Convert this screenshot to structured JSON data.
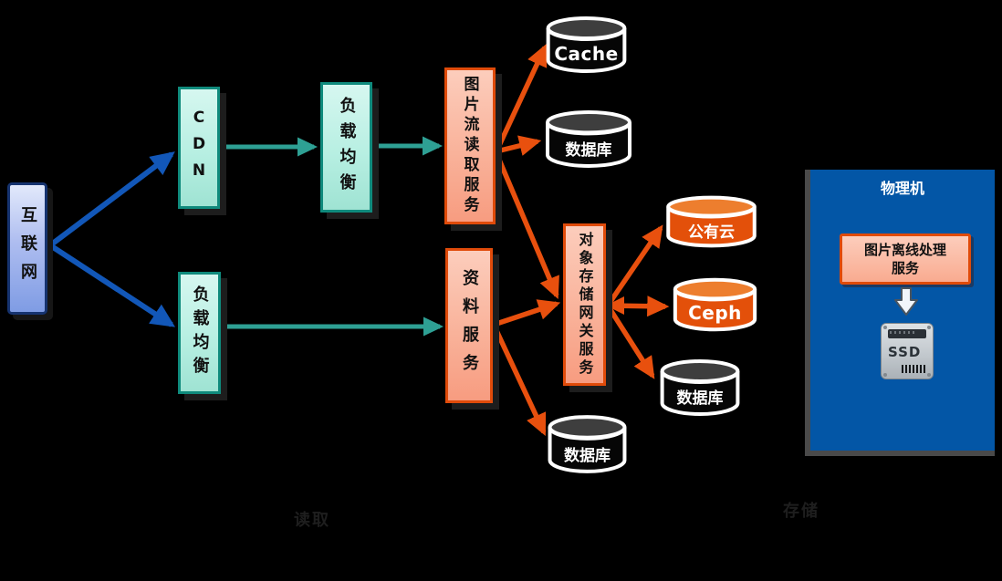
{
  "diagram": {
    "nodes": {
      "internet": {
        "label": "互联网",
        "type": "box"
      },
      "cdn": {
        "label": "CDN",
        "type": "box"
      },
      "lb_top": {
        "label": "负载均衡",
        "type": "box"
      },
      "lb_bottom": {
        "label": "负载均衡",
        "type": "box"
      },
      "img_stream_service": {
        "label": "图片流读取服务",
        "type": "box"
      },
      "data_service": {
        "label": "资料服务",
        "type": "box"
      },
      "object_gateway_service": {
        "label": "对象存储网关服务",
        "type": "box"
      },
      "cache_db": {
        "label": "Cache",
        "type": "cylinder",
        "color": "black"
      },
      "db_top": {
        "label": "数据库",
        "type": "cylinder",
        "color": "black"
      },
      "public_cloud": {
        "label": "公有云",
        "type": "cylinder",
        "color": "orange"
      },
      "ceph": {
        "label": "Ceph",
        "type": "cylinder",
        "color": "orange"
      },
      "db_right": {
        "label": "数据库",
        "type": "cylinder",
        "color": "black"
      },
      "db_bottom": {
        "label": "数据库",
        "type": "cylinder",
        "color": "black"
      }
    },
    "edges": [
      {
        "from": "internet",
        "to": "cdn",
        "color": "blue"
      },
      {
        "from": "internet",
        "to": "lb_bottom",
        "color": "blue"
      },
      {
        "from": "cdn",
        "to": "lb_top",
        "color": "teal"
      },
      {
        "from": "lb_top",
        "to": "img_stream_service",
        "color": "teal"
      },
      {
        "from": "lb_bottom",
        "to": "data_service",
        "color": "teal"
      },
      {
        "from": "img_stream_service",
        "to": "cache_db",
        "color": "orange"
      },
      {
        "from": "img_stream_service",
        "to": "db_top",
        "color": "orange"
      },
      {
        "from": "img_stream_service",
        "to": "object_gateway_service",
        "color": "orange"
      },
      {
        "from": "data_service",
        "to": "object_gateway_service",
        "color": "orange"
      },
      {
        "from": "data_service",
        "to": "db_bottom",
        "color": "orange"
      },
      {
        "from": "object_gateway_service",
        "to": "public_cloud",
        "color": "orange",
        "bidirectional": true
      },
      {
        "from": "object_gateway_service",
        "to": "ceph",
        "color": "orange",
        "bidirectional": true
      },
      {
        "from": "object_gateway_service",
        "to": "db_right",
        "color": "orange",
        "bidirectional": true
      }
    ],
    "physical_machine": {
      "title": "物理机",
      "service_label_line1": "图片离线处理",
      "service_label_line2": "服务",
      "ssd_label": "SSD"
    },
    "captions": {
      "center": "读取",
      "right": "存储"
    },
    "palette": {
      "background": "#000000",
      "internet_box_fill_top": "#e2e9fb",
      "internet_box_fill_bottom": "#7f9ce4",
      "internet_box_border": "#16336f",
      "cyan_box_fill": "#b7efe2",
      "cyan_box_border": "#0f8a7c",
      "salmon_box_fill": "#f9b29a",
      "salmon_box_border": "#e04b0a",
      "black_cylinder_body": "#060606",
      "black_cylinder_cap": "#3e3e3e",
      "orange_cylinder_body": "#e3500a",
      "orange_cylinder_cap": "#ed7e2e",
      "cylinder_stroke": "#ffffff",
      "blue_panel": "#0356a6",
      "arrow_blue": "#1257b8",
      "arrow_teal": "#2ea094",
      "arrow_orange": "#e8500e"
    }
  }
}
